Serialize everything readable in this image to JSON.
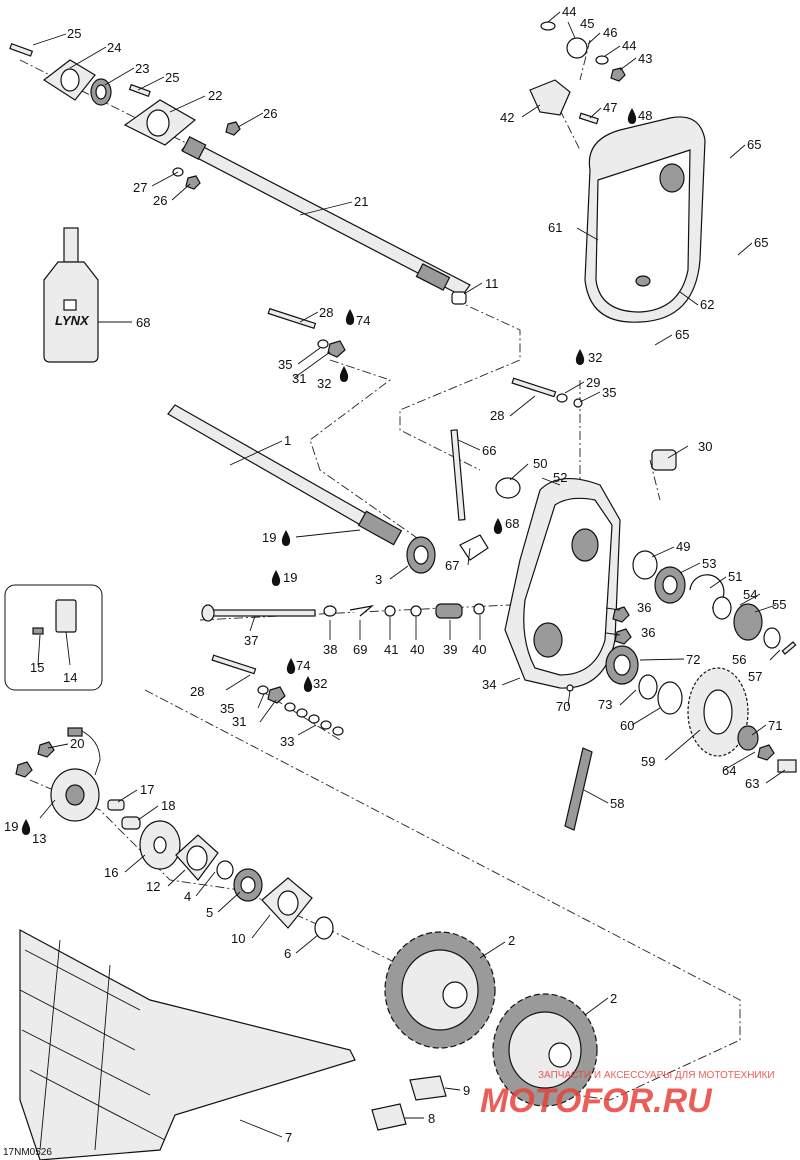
{
  "figure_code": "17NM0526",
  "bottle_brand": "LYNX",
  "watermark": {
    "tagline": "ЗАПЧАСТИ И АКСЕССУАРЫ ДЛЯ МОТОТЕХНИКИ",
    "logo": "MOTOFOR.RU",
    "color": "#e8423a"
  },
  "drop_icon": "lubricant-drop-icon",
  "callouts": [
    {
      "id": "c25a",
      "text": "25"
    },
    {
      "id": "c24",
      "text": "24"
    },
    {
      "id": "c23",
      "text": "23"
    },
    {
      "id": "c25b",
      "text": "25"
    },
    {
      "id": "c22",
      "text": "22"
    },
    {
      "id": "c26a",
      "text": "26"
    },
    {
      "id": "c27",
      "text": "27"
    },
    {
      "id": "c26b",
      "text": "26"
    },
    {
      "id": "c21",
      "text": "21"
    },
    {
      "id": "c11",
      "text": "11"
    },
    {
      "id": "c68a",
      "text": "68"
    },
    {
      "id": "c44a",
      "text": "44"
    },
    {
      "id": "c45",
      "text": "45"
    },
    {
      "id": "c46",
      "text": "46"
    },
    {
      "id": "c44b",
      "text": "44"
    },
    {
      "id": "c43",
      "text": "43"
    },
    {
      "id": "c42",
      "text": "42"
    },
    {
      "id": "c47",
      "text": "47"
    },
    {
      "id": "c48",
      "text": "48"
    },
    {
      "id": "c65a",
      "text": "65"
    },
    {
      "id": "c61",
      "text": "61"
    },
    {
      "id": "c65b",
      "text": "65"
    },
    {
      "id": "c62",
      "text": "62"
    },
    {
      "id": "c65c",
      "text": "65"
    },
    {
      "id": "c28a",
      "text": "28"
    },
    {
      "id": "c74a",
      "text": "74"
    },
    {
      "id": "c35a",
      "text": "35"
    },
    {
      "id": "c31a",
      "text": "31"
    },
    {
      "id": "c32a",
      "text": "32"
    },
    {
      "id": "c32b",
      "text": "32"
    },
    {
      "id": "c29",
      "text": "29"
    },
    {
      "id": "c35b",
      "text": "35"
    },
    {
      "id": "c28b",
      "text": "28"
    },
    {
      "id": "c1",
      "text": "1"
    },
    {
      "id": "c66",
      "text": "66"
    },
    {
      "id": "c30",
      "text": "30"
    },
    {
      "id": "c50",
      "text": "50"
    },
    {
      "id": "c52",
      "text": "52"
    },
    {
      "id": "c19a",
      "text": "19"
    },
    {
      "id": "c68b",
      "text": "68"
    },
    {
      "id": "c49",
      "text": "49"
    },
    {
      "id": "c53",
      "text": "53"
    },
    {
      "id": "c3",
      "text": "3"
    },
    {
      "id": "c67",
      "text": "67"
    },
    {
      "id": "c51",
      "text": "51"
    },
    {
      "id": "c19b",
      "text": "19"
    },
    {
      "id": "c54",
      "text": "54"
    },
    {
      "id": "c55",
      "text": "55"
    },
    {
      "id": "c36a",
      "text": "36"
    },
    {
      "id": "c36b",
      "text": "36"
    },
    {
      "id": "c37",
      "text": "37"
    },
    {
      "id": "c38",
      "text": "38"
    },
    {
      "id": "c69",
      "text": "69"
    },
    {
      "id": "c41",
      "text": "41"
    },
    {
      "id": "c40a",
      "text": "40"
    },
    {
      "id": "c39",
      "text": "39"
    },
    {
      "id": "c40b",
      "text": "40"
    },
    {
      "id": "c15",
      "text": "15"
    },
    {
      "id": "c14",
      "text": "14"
    },
    {
      "id": "c56",
      "text": "56"
    },
    {
      "id": "c57",
      "text": "57"
    },
    {
      "id": "c72",
      "text": "72"
    },
    {
      "id": "c28c",
      "text": "28"
    },
    {
      "id": "c74b",
      "text": "74"
    },
    {
      "id": "c32c",
      "text": "32"
    },
    {
      "id": "c34",
      "text": "34"
    },
    {
      "id": "c35c",
      "text": "35"
    },
    {
      "id": "c31b",
      "text": "31"
    },
    {
      "id": "c70",
      "text": "70"
    },
    {
      "id": "c73",
      "text": "73"
    },
    {
      "id": "c33",
      "text": "33"
    },
    {
      "id": "c60",
      "text": "60"
    },
    {
      "id": "c71",
      "text": "71"
    },
    {
      "id": "c20",
      "text": "20"
    },
    {
      "id": "c59",
      "text": "59"
    },
    {
      "id": "c64",
      "text": "64"
    },
    {
      "id": "c63",
      "text": "63"
    },
    {
      "id": "c17",
      "text": "17"
    },
    {
      "id": "c18",
      "text": "18"
    },
    {
      "id": "c19c",
      "text": "19"
    },
    {
      "id": "c13",
      "text": "13"
    },
    {
      "id": "c58",
      "text": "58"
    },
    {
      "id": "c16",
      "text": "16"
    },
    {
      "id": "c12",
      "text": "12"
    },
    {
      "id": "c4",
      "text": "4"
    },
    {
      "id": "c5",
      "text": "5"
    },
    {
      "id": "c10",
      "text": "10"
    },
    {
      "id": "c6",
      "text": "6"
    },
    {
      "id": "c2a",
      "text": "2"
    },
    {
      "id": "c2b",
      "text": "2"
    },
    {
      "id": "c9",
      "text": "9"
    },
    {
      "id": "c8",
      "text": "8"
    },
    {
      "id": "c7",
      "text": "7"
    }
  ]
}
